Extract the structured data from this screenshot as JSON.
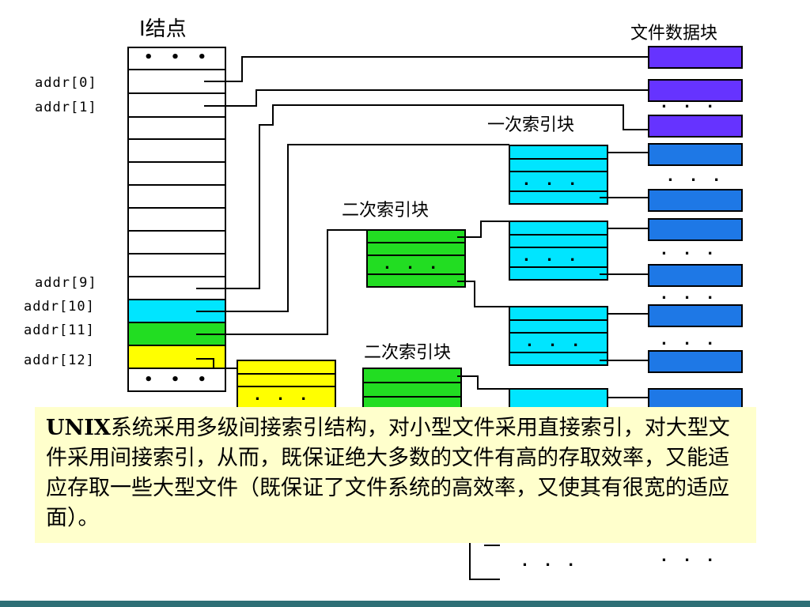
{
  "titles": {
    "inode": "I结点",
    "file_blocks": "文件数据块",
    "first_index": "一次索引块",
    "second_index_1": "二次索引块",
    "second_index_2": "二次索引块"
  },
  "addr_labels": [
    "addr[0]",
    "addr[1]",
    "addr[9]",
    "addr[10]",
    "addr[11]",
    "addr[12]"
  ],
  "ellipsis": "• • •",
  "ellipsis_small": ". . .",
  "note": {
    "lead": "UNIX",
    "text": "系统采用多级间接索引结构，对小型文件采用直接索引，对大型文件采用间接索引，从而，既保证绝大多数的文件有高的存取效率，又能适应存取一些大型文件（既保证了文件系统的高效率，又使其有很宽的适应面）。"
  },
  "colors": {
    "direct_block": "#6633ff",
    "data_block": "#1e78e6",
    "first_index": "#00e5ff",
    "second_index": "#22dd22",
    "third_index": "#ffff00",
    "note_bg": "#ffffcc"
  }
}
